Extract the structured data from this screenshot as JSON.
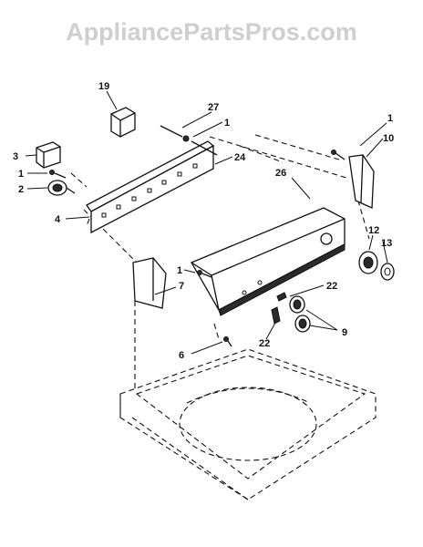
{
  "watermark": "AppliancePartsPros.com",
  "callouts": {
    "n19": "19",
    "n27": "27",
    "n1a": "1",
    "n1b": "1",
    "n10": "10",
    "n3": "3",
    "n1c": "1",
    "n2": "2",
    "n24": "24",
    "n26": "26",
    "n4": "4",
    "n12": "12",
    "n13": "13",
    "n1d": "1",
    "n7": "7",
    "n22a": "22",
    "n9": "9",
    "n6": "6",
    "n22b": "22"
  }
}
